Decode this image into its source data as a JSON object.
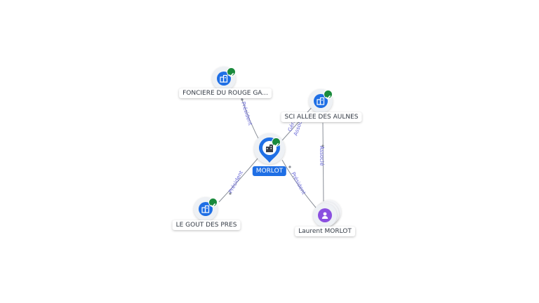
{
  "nodes": {
    "central": {
      "label": "MORLOT",
      "icon": "company-building-icon",
      "verified": true
    },
    "fonciere": {
      "label": "FONCIERE DU ROUGE GA...",
      "icon": "company-building-icon",
      "verified": true
    },
    "sci": {
      "label": "SCI ALLEE DES AULNES",
      "icon": "company-building-icon",
      "verified": true
    },
    "gout": {
      "label": "LE GOUT DES PRES",
      "icon": "company-building-icon",
      "verified": true
    },
    "laurent": {
      "label": "Laurent MORLOT",
      "icon": "person-icon",
      "verified": false
    }
  },
  "edges": {
    "fonciere": "Président",
    "sci_1": "Gérant",
    "sci_2": "Associé",
    "gout": "Président",
    "laurent_central": "Président",
    "laurent_sci": "Associé"
  },
  "colors": {
    "company": "#1f6fe5",
    "person": "#8b4fe0",
    "verified": "#1a8a3c",
    "edge": "#8a8f98",
    "edge_label": "#6a6ad8"
  }
}
